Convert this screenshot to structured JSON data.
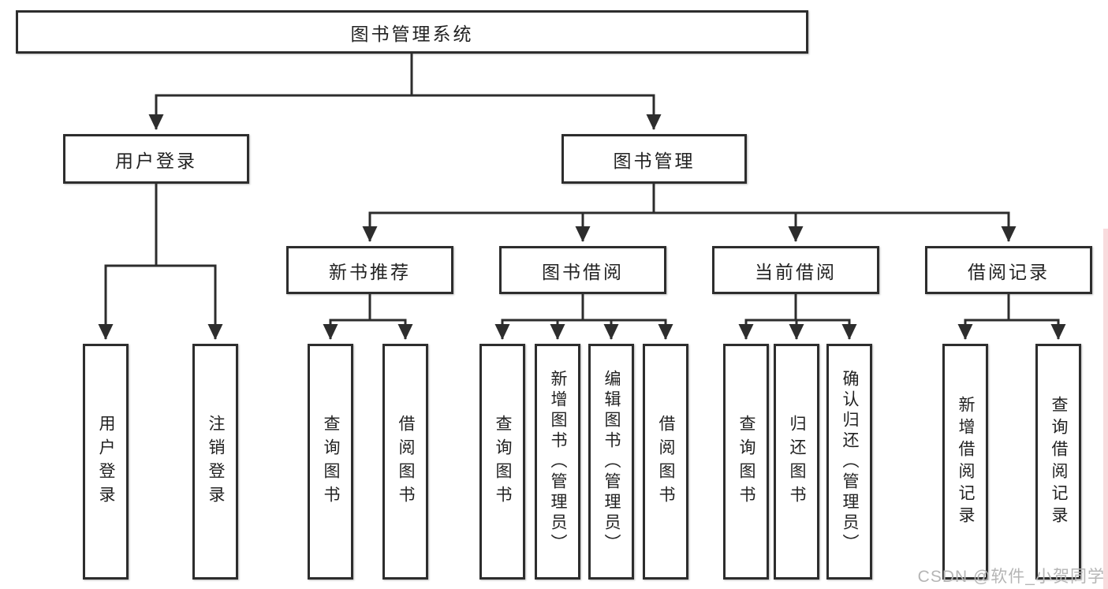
{
  "colors": {
    "line": "#2d2d2d",
    "box_border": "#2d2d2d",
    "text": "#222222",
    "background": "#ffffff",
    "watermark": "#b5b5b5",
    "edge_strip": "#f6cfd1"
  },
  "tree": {
    "root": {
      "label": "图书管理系统"
    },
    "level2": [
      {
        "label": "用户登录"
      },
      {
        "label": "图书管理"
      }
    ],
    "level3": [
      {
        "label": "新书推荐"
      },
      {
        "label": "图书借阅"
      },
      {
        "label": "当前借阅"
      },
      {
        "label": "借阅记录"
      }
    ],
    "leaves": [
      {
        "label": "用户登录"
      },
      {
        "label": "注销登录"
      },
      {
        "label": "查询图书"
      },
      {
        "label": "借阅图书"
      },
      {
        "label": "查询图书"
      },
      {
        "label": "新增图书（管理员）"
      },
      {
        "label": "编辑图书（管理员）"
      },
      {
        "label": "借阅图书"
      },
      {
        "label": "查询图书"
      },
      {
        "label": "归还图书"
      },
      {
        "label": "确认归还（管理员）"
      },
      {
        "label": "新增借阅记录"
      },
      {
        "label": "查询借阅记录"
      }
    ]
  },
  "watermark": {
    "text": "CSDN @软件_小贺同学"
  }
}
